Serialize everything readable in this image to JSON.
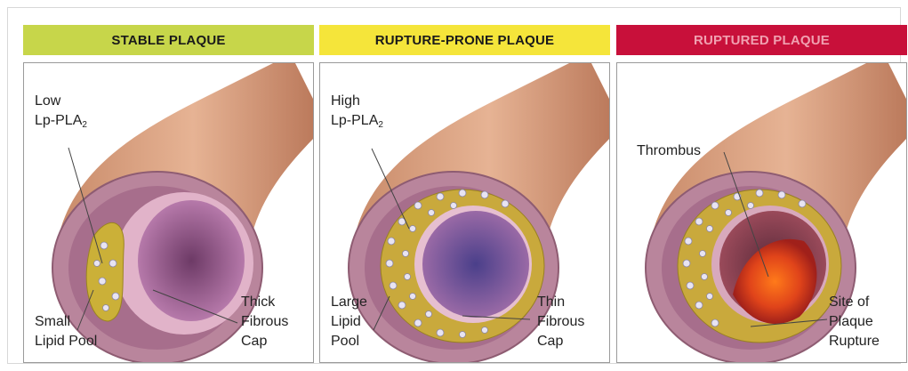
{
  "colors": {
    "stable": "#c7d64a",
    "rupture_prone": "#f5e53a",
    "ruptured": "#c8103a",
    "stable_text": "#1a1a1a",
    "rupture_prone_text": "#1a1a1a",
    "ruptured_text": "#f0a0b0"
  },
  "panels": [
    {
      "title": "STABLE PLAQUE",
      "label_top_main": "Low\nLp-PLA",
      "label_top_sub": "2",
      "label_bottom_left": "Small\nLipid Pool",
      "label_bottom_right": "Thick\nFibrous\nCap"
    },
    {
      "title": "RUPTURE-PRONE PLAQUE",
      "label_top_main": "High\nLp-PLA",
      "label_top_sub": "2",
      "label_bottom_left": "Large\nLipid\nPool",
      "label_bottom_right": "Thin\nFibrous\nCap"
    },
    {
      "title": "RUPTURED PLAQUE",
      "label_top": "Thrombus",
      "label_bottom_right": "Site of\nPlaque\nRupture"
    }
  ]
}
